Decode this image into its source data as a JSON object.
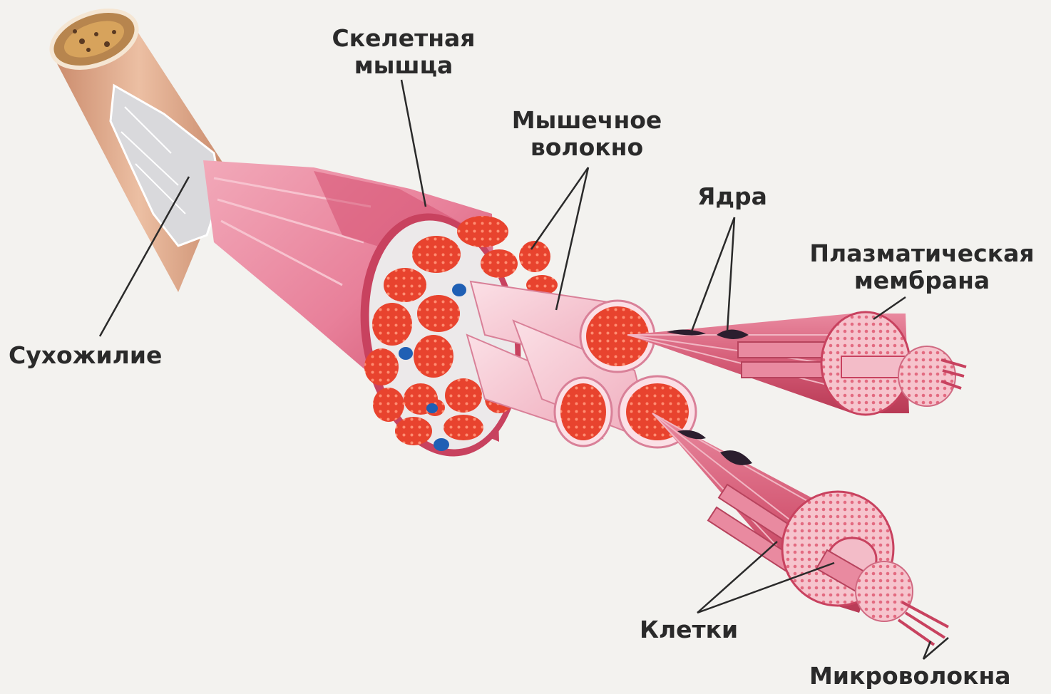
{
  "labels": {
    "skeletal_muscle": [
      "Скелетная",
      "мышца"
    ],
    "muscle_fiber": [
      "Мышечное",
      "волокно"
    ],
    "nuclei": "Ядра",
    "plasma_membrane": [
      "Плазматическая",
      "мембрана"
    ],
    "tendon": "Сухожилие",
    "cells": "Клетки",
    "microfibers": "Микроволокна"
  },
  "colors": {
    "background": "#f3f2ef",
    "muscle_pink": "#e8809a",
    "muscle_dark": "#c8425f",
    "fiber_red": "#e8432e",
    "tendon_grey": "#d9d9dc",
    "bone_tan": "#d9a484",
    "nucleus_dark": "#2b1e2e",
    "capillary_blue": "#1f5fb4"
  }
}
